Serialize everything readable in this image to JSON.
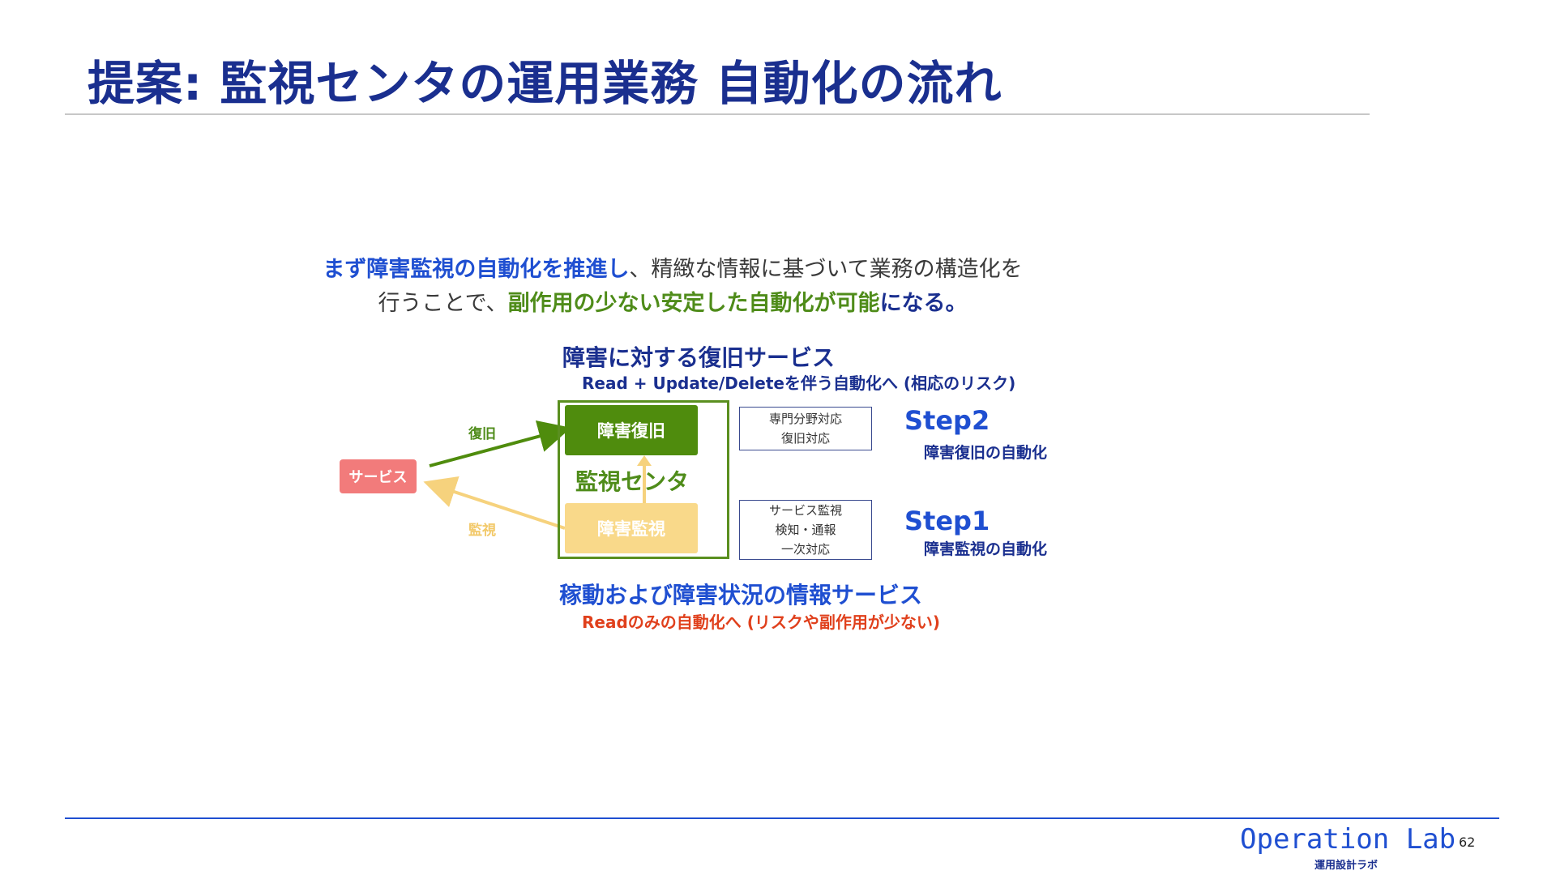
{
  "title": "提案: 監視センタの運用業務 自動化の流れ",
  "lead": {
    "line1_blue": "まず障害監視の自動化を推進し",
    "line1_rest": "、精緻な情報に基づいて業務の構造化を",
    "line2_start": "行うことで、",
    "line2_green": "副作用の少ない安定した自動化が可能",
    "line2_end": "になる。"
  },
  "recovery_service": {
    "heading": "障害に対する復旧サービス",
    "sub": "Read + Update/Deleteを伴う自動化へ (相応のリスク)",
    "sub_color": "#1a2f8f"
  },
  "info_service": {
    "heading": "稼動および障害状況の情報サービス",
    "sub": "Readのみの自動化へ (リスクや副作用が少ない)",
    "sub_color": "#e0401c"
  },
  "diagram": {
    "box_recovery": "障害復旧",
    "box_monitoring": "障害監視",
    "center_label": "監視センタ",
    "service_box": "サービス",
    "arrow_recovery_label": "復旧",
    "arrow_monitoring_label": "監視",
    "note_recovery": [
      "専門分野対応",
      "復旧対応"
    ],
    "note_monitoring": [
      "サービス監視",
      "検知・通報",
      "一次対応"
    ],
    "colors": {
      "green": "#4f8c0d",
      "yellow": "#f9d98a",
      "service": "#f27b7b",
      "arrow_yellow": "#f6d27d",
      "label_yellow": "#f2c96a"
    }
  },
  "steps": {
    "step2_label": "Step2",
    "step2_sub": "障害復旧の自動化",
    "step1_label": "Step1",
    "step1_sub": "障害監視の自動化"
  },
  "footer": {
    "brand": "Operation Lab",
    "brand_sub": "運用設計ラボ",
    "page_number": "62"
  }
}
